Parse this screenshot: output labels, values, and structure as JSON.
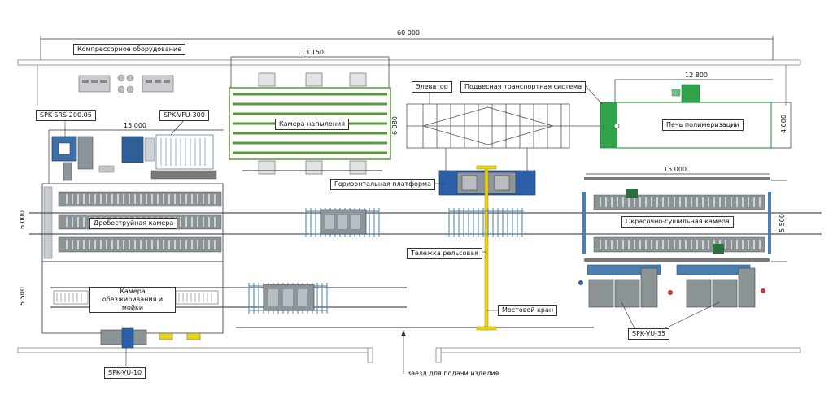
{
  "dimensions": {
    "total_length": "60 000",
    "spray_booth_length": "13 150",
    "oven_length": "12 800",
    "oven_width": "4 000",
    "spray_booth_width": "6 080",
    "blast_length": "15 000",
    "blast_width": "6 000",
    "wash_width": "5 500",
    "paint_length": "15 000",
    "paint_width": "5 500"
  },
  "labels": {
    "compressor": "Компрессорное оборудование",
    "srs": "SPK-SRS-200.05",
    "vfu": "SPK-VFU-300",
    "spray_booth": "Камера напыления",
    "elevator": "Элеватор",
    "overhead_conveyor": "Подвесная транспортная система",
    "oven": "Печь полимеризации",
    "horizontal_platform": "Горизонтальная платформа",
    "blast_chamber": "Дробеструйная камера",
    "paint_dry_chamber": "Окрасочно-сушильная камера",
    "rail_cart": "Тележка рельсовая",
    "degrease_wash": "Камера обезжиривания и мойки",
    "bridge_crane": "Мостовой кран",
    "vu10": "SPK-VU-10",
    "vu35": "SPK-VU-35",
    "entry": "Заезд для подачи изделия"
  },
  "colors": {
    "line": "#333333",
    "wall": "#b8b8b8",
    "booth_green": "#5a9a3a",
    "oven_green": "#2fa24a",
    "platform_blue": "#2b5fa8",
    "crane_yellow": "#e8d21a",
    "conveyor_grey": "#7a7a7a",
    "steel_blue": "#4a7fb0",
    "dust_grey": "#8c9396"
  }
}
